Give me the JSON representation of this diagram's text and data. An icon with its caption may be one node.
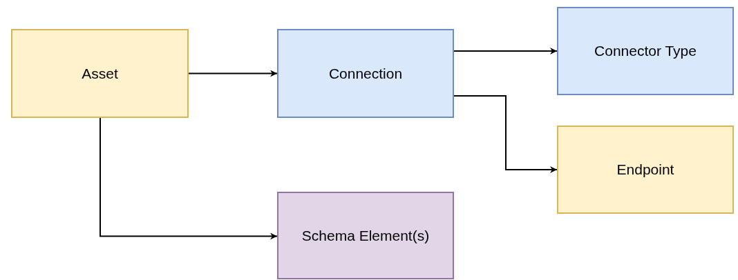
{
  "diagram": {
    "nodes": [
      {
        "text": [
          "Asset"
        ]
      },
      {
        "text": [
          "Connection"
        ]
      },
      {
        "text": [
          "Connector Type"
        ]
      },
      {
        "text": [
          "Endpoint"
        ]
      },
      {
        "text": [
          "Schema Element(s)"
        ]
      }
    ],
    "edges": [
      {
        "from": 0,
        "to": 1,
        "arrow": "to"
      },
      {
        "from": 1,
        "to": 2,
        "arrow": "to"
      },
      {
        "from": 1,
        "to": 3,
        "arrow": "to"
      },
      {
        "from": 0,
        "to": 4,
        "arrow": "to"
      }
    ]
  }
}
